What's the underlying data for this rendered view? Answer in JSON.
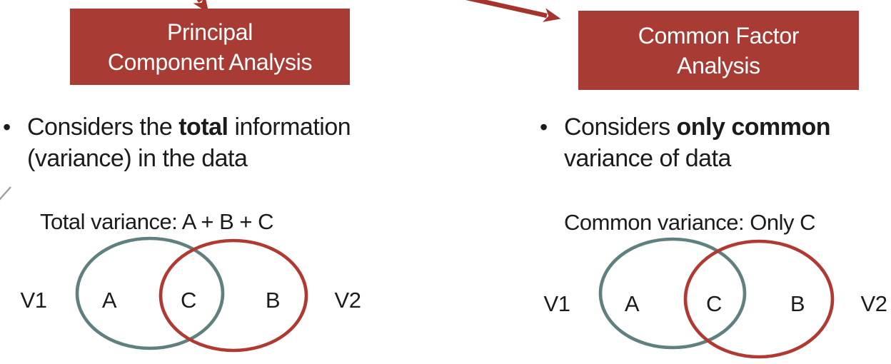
{
  "colors": {
    "accent_red": "#a83b33",
    "arrow_red": "#a5342e",
    "venn_red": "#b03a32",
    "venn_teal": "#5f807e",
    "text": "#1b1b1b",
    "gray_line": "#9b9fa2"
  },
  "glyphs": {
    "bullet": "•"
  },
  "left_panel": {
    "box": {
      "line1": "Principal",
      "line2": "Component Analysis"
    },
    "bullet": {
      "lead": "Considers the ",
      "emphasis": "total",
      "tail": " information",
      "line2": "(variance) in the data"
    },
    "variance_label": "Total variance: A + B + C",
    "venn": {
      "outside_left": "V1",
      "region_a": "A",
      "region_c": "C",
      "region_b": "B",
      "outside_right": "V2"
    }
  },
  "right_panel": {
    "box": {
      "line1": "Common Factor",
      "line2": "Analysis"
    },
    "bullet": {
      "lead": "Considers ",
      "emphasis": "only common",
      "tail": "",
      "line2": "variance of data"
    },
    "variance_label": "Common variance: Only C",
    "venn": {
      "outside_left": "V1",
      "region_a": "A",
      "region_c": "C",
      "region_b": "B",
      "outside_right": "V2"
    }
  }
}
